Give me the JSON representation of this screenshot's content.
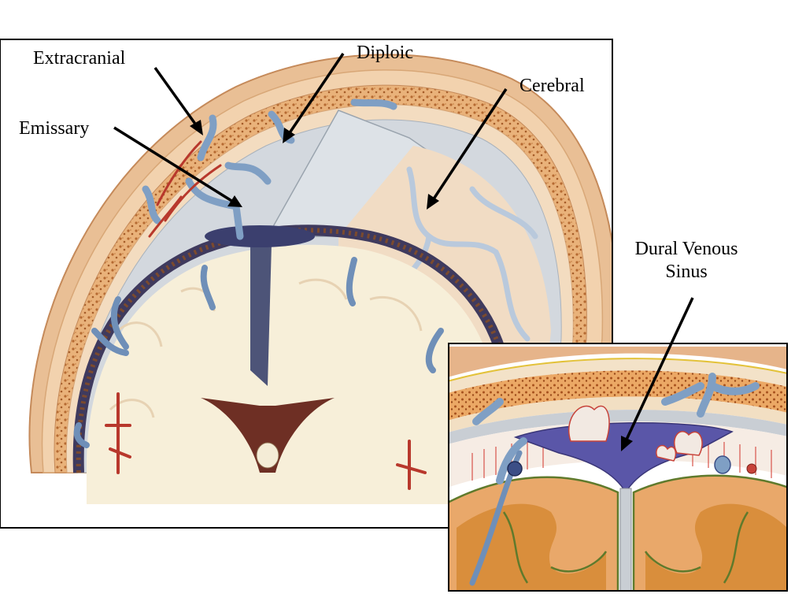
{
  "labels": {
    "extracranial": "Extracranial",
    "emissary": "Emissary",
    "diploic": "Diploic",
    "cerebral": "Cerebral",
    "dural_line1": "Dural Venous",
    "dural_line2": "Sinus"
  },
  "colors": {
    "bone": "#e8b98a",
    "diploe": "#d99a5c",
    "vein_blue": "#7f9fc4",
    "sinus_purple": "#5a56a8",
    "brain_white": "#f6ecd6",
    "gray_matter": "#d98e3c",
    "artery_red": "#b8382c",
    "meninges": "#c9cfd6"
  }
}
